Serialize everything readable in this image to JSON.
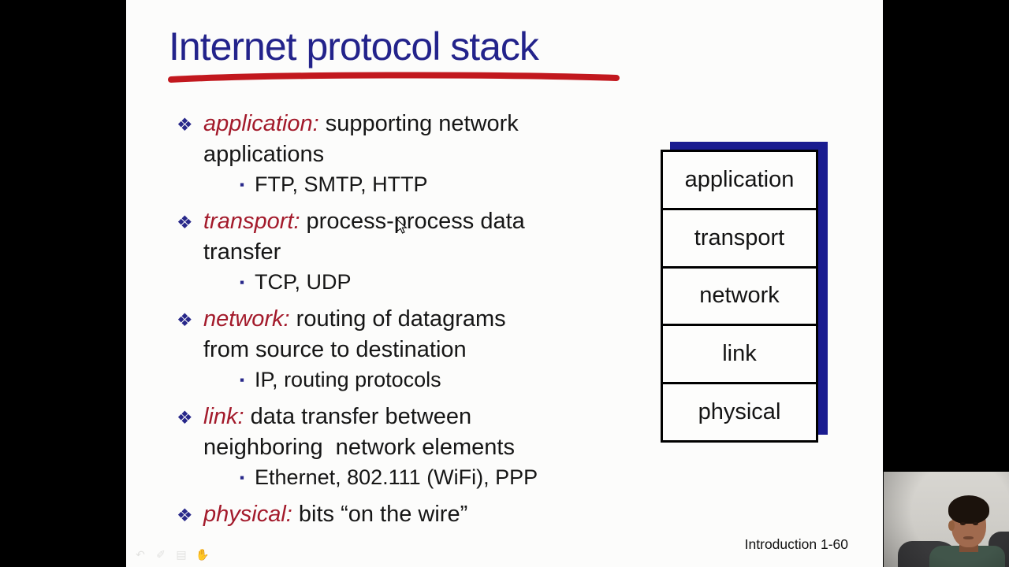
{
  "slide": {
    "title": "Internet protocol stack",
    "page_label": "Introduction 1-60",
    "colors": {
      "title_blue": "#23238B",
      "term_red": "#A31A2B",
      "underline_red": "#C2181E",
      "bullet_navy": "#28288A",
      "stack_shadow_navy": "#1A1C90",
      "slide_bg": "#FCFCFB",
      "letterbox": "#000000"
    },
    "bullets": [
      {
        "term": "application:",
        "text1": " supporting network",
        "text2": "applications",
        "sub": "FTP, SMTP, HTTP"
      },
      {
        "term": "transport:",
        "text1": " process-process data",
        "text2": "transfer",
        "sub": "TCP, UDP"
      },
      {
        "term": "network:",
        "text1": " routing of datagrams",
        "text2": "from source to destination",
        "sub": "IP, routing protocols"
      },
      {
        "term": "link:",
        "text1": " data transfer between",
        "text2": "neighboring  network elements",
        "sub": "Ethernet, 802.111 (WiFi), PPP"
      },
      {
        "term": "physical:",
        "text1": " bits “on the wire”"
      }
    ],
    "stack_layers": [
      "application",
      "transport",
      "network",
      "link",
      "physical"
    ]
  },
  "glyphs": {
    "diamond_bullet": "❖",
    "square_bullet": "▪"
  },
  "toolbar": {
    "glyph_items": [
      "↶",
      "✐",
      "▤",
      "✋"
    ]
  }
}
